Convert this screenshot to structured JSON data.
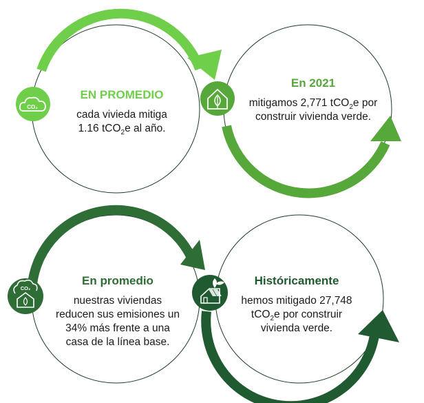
{
  "colors": {
    "light_green": "#6fcf4a",
    "mid_green": "#56a83a",
    "dark_green": "#2e6d35",
    "forest_green": "#1f5a30",
    "outline": "#1a3d25"
  },
  "cards": [
    {
      "icon": "co2-cloud-icon",
      "heading": "EN PROMEDIO",
      "line1": "cada vivieda mitiga",
      "line2_pre": "1.16 tCO",
      "line2_sub": "2",
      "line2_post": "e al año."
    },
    {
      "icon": "house-leaf-icon",
      "heading": "En 2021",
      "line1_pre": "mitigamos 2,771 tCO",
      "line1_sub": "2",
      "line1_post": "e por",
      "line2": "construir vivienda verde."
    },
    {
      "icon": "co2-house-cloud-icon",
      "heading": "En promedio",
      "line1": "nuestras viviendas",
      "line2": "reducen sus emisiones un",
      "line3": "34% más frente a una",
      "line4": "casa de la línea base."
    },
    {
      "icon": "solar-house-icon",
      "heading": "Históricamente",
      "line1": "hemos mitigado 27,748",
      "line2_pre": "tCO",
      "line2_sub": "2",
      "line2_post": "e por construir",
      "line3": "vivienda verde."
    }
  ]
}
